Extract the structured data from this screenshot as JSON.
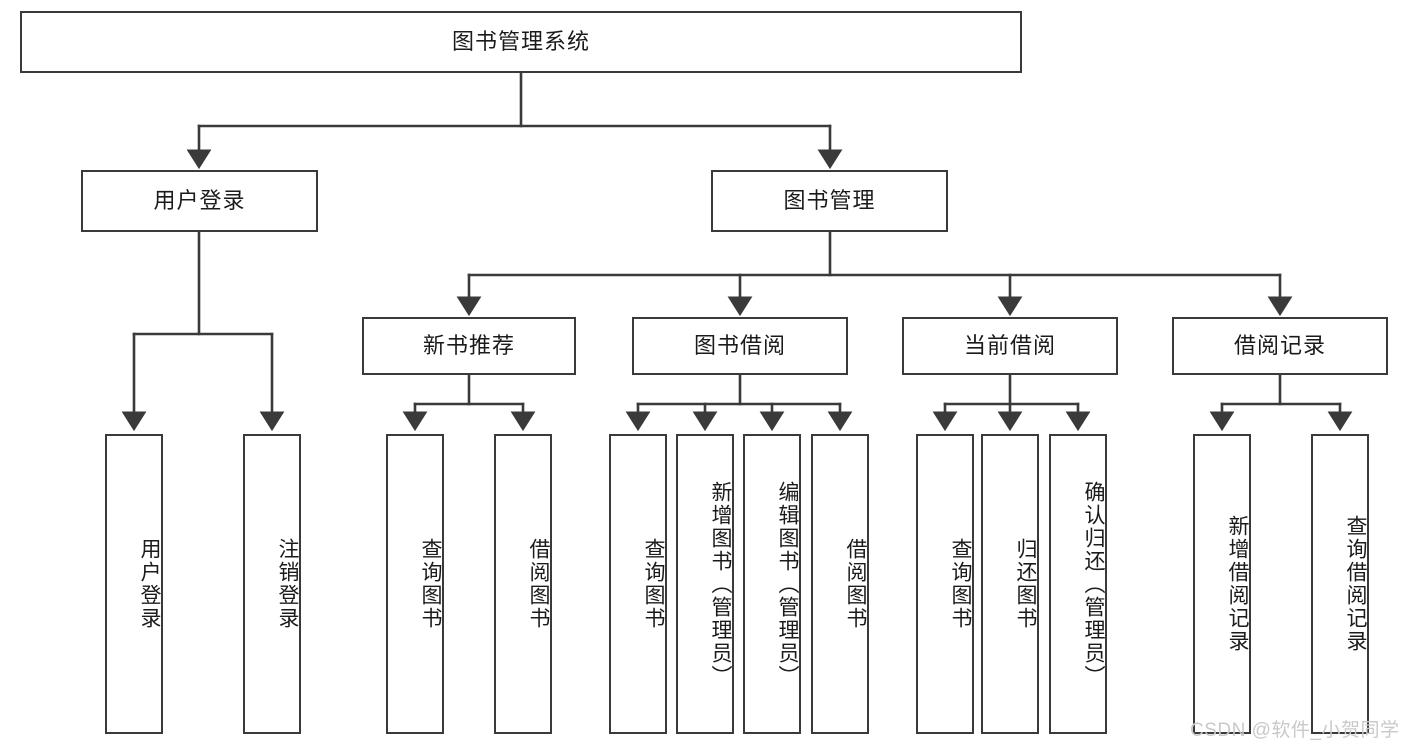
{
  "diagram": {
    "title": "图书管理系统",
    "type": "tree-hierarchy",
    "root": {
      "label": "图书管理系统"
    },
    "level2": [
      {
        "label": "用户登录"
      },
      {
        "label": "图书管理"
      }
    ],
    "level3": [
      {
        "label": "新书推荐"
      },
      {
        "label": "图书借阅"
      },
      {
        "label": "当前借阅"
      },
      {
        "label": "借阅记录"
      }
    ],
    "leaves": {
      "user_login": [
        {
          "label": "用户登录"
        },
        {
          "label": "注销登录"
        }
      ],
      "new_book_recommend": [
        {
          "label": "查询图书"
        },
        {
          "label": "借阅图书"
        }
      ],
      "book_borrow": [
        {
          "label": "查询图书"
        },
        {
          "label": "新增图书（管理员）"
        },
        {
          "label": "编辑图书（管理员）"
        },
        {
          "label": "借阅图书"
        }
      ],
      "current_borrow": [
        {
          "label": "查询图书"
        },
        {
          "label": "归还图书"
        },
        {
          "label": "确认归还（管理员）"
        }
      ],
      "borrow_record": [
        {
          "label": "新增借阅记录"
        },
        {
          "label": "查询借阅记录"
        }
      ]
    }
  },
  "watermark": {
    "text": "CSDN @软件_小贺同学"
  },
  "colors": {
    "border": "#3a3a3a",
    "text": "#1b1b1b",
    "background": "#ffffff",
    "edge": "#3a3a3a",
    "watermark": "#c9c9c9"
  }
}
